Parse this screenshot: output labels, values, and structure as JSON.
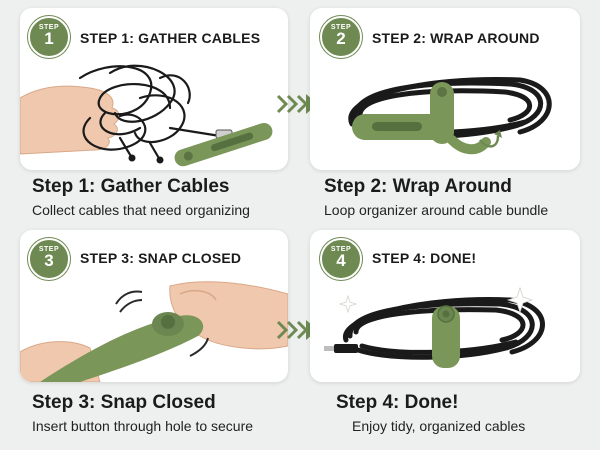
{
  "steps": [
    {
      "badge_word": "STEP",
      "badge_number": "1",
      "card_heading": "STEP 1: GATHER CABLES",
      "title": "Step 1: Gather Cables",
      "description": "Collect cables that need organizing"
    },
    {
      "badge_word": "STEP",
      "badge_number": "2",
      "card_heading": "STEP 2: WRAP AROUND",
      "title": "Step 2: Wrap Around",
      "description": "Loop organizer around cable bundle"
    },
    {
      "badge_word": "STEP",
      "badge_number": "3",
      "card_heading": "STEP 3: SNAP CLOSED",
      "title": "Step 3: Snap Closed",
      "description": "Insert button through hole to secure"
    },
    {
      "badge_word": "STEP",
      "badge_number": "4",
      "card_heading": "STEP 4: DONE!",
      "title": "Step 4: Done!",
      "description": "Enjoy tidy, organized cables"
    }
  ],
  "colors": {
    "accent_green": "#6e8a52",
    "cable_black": "#1a1a1a",
    "background": "#eef0ef"
  },
  "icons": [
    "double-chevron-arrow-icon",
    "sparkle-icon",
    "rotation-arrow-icon"
  ]
}
